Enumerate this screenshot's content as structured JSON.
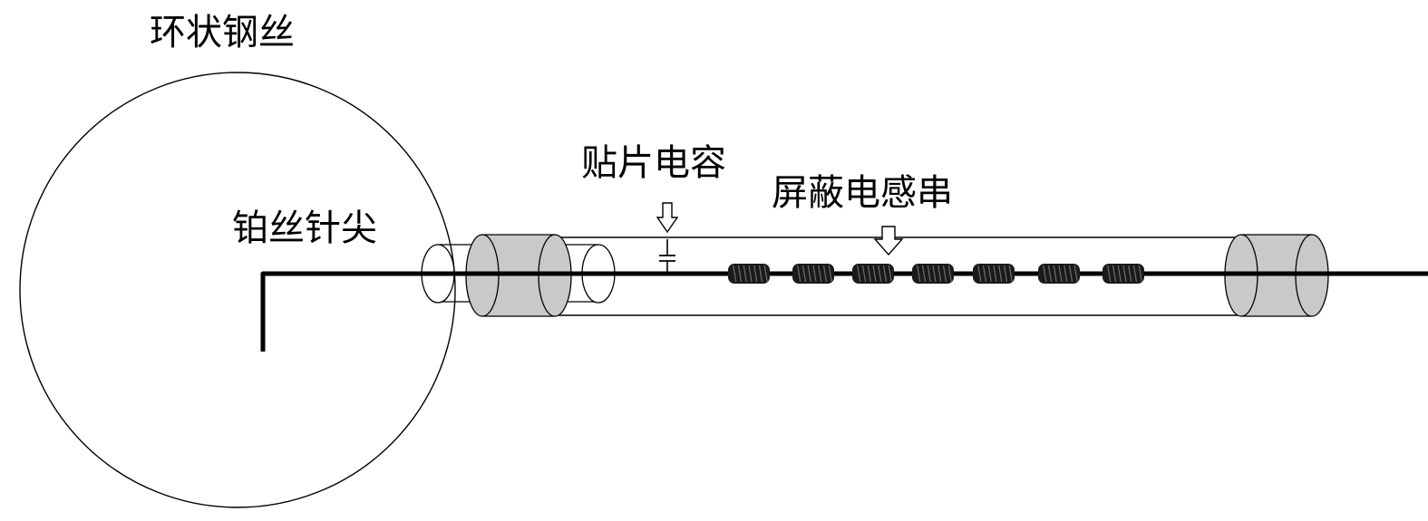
{
  "labels": {
    "ring_steel_wire": "环状钢丝",
    "platinum_wire_tip": "铂丝针尖",
    "chip_capacitor": "贴片电容",
    "shielded_inductor_string": "屏蔽电感串"
  },
  "colors": {
    "line": "#000000",
    "sleeve_fill": "#c9c9c9",
    "inductor": "#1a1a1a",
    "background": "#ffffff"
  },
  "inductor_count": 7
}
